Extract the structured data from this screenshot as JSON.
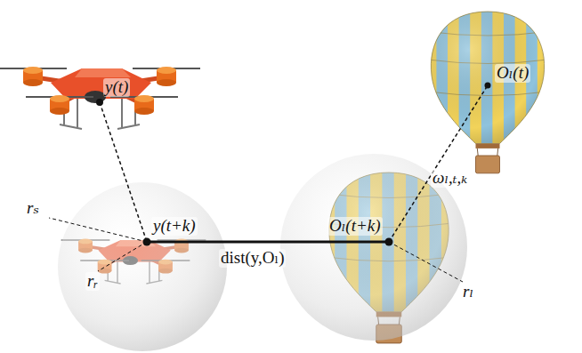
{
  "diagram": {
    "labels": [
      "y(t)",
      "y(t+k)",
      "rₛ",
      "rᵣ",
      "dist(y,Oₗ)",
      "Oₗ(t+k)",
      "rₗ",
      "ωₗ,ₜ,ₖ",
      "Oₗ(t)"
    ]
  }
}
